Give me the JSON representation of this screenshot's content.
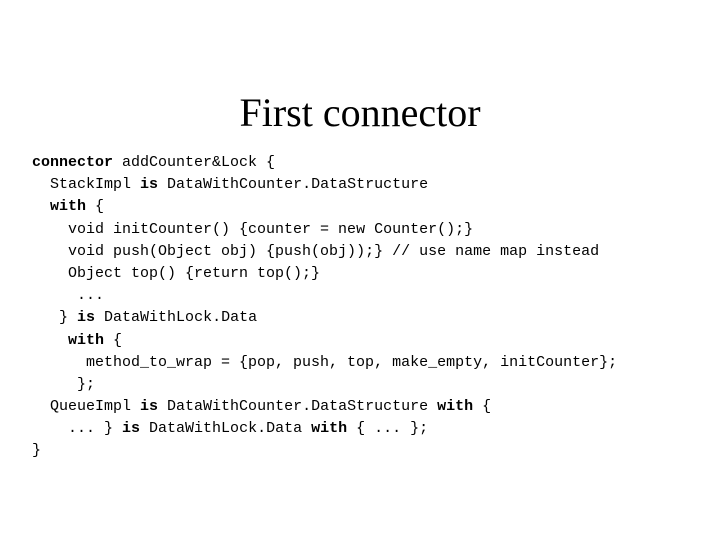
{
  "slide": {
    "title": "First connector",
    "background_color": "#ffffff",
    "text_color": "#000000"
  },
  "code": {
    "language": "connector-definition",
    "lines": [
      {
        "indent": 0,
        "segments": [
          {
            "text": "connector",
            "bold": true
          },
          {
            "text": " addCounter&Lock {",
            "bold": false
          }
        ]
      },
      {
        "indent": 2,
        "segments": [
          {
            "text": "StackImpl ",
            "bold": false
          },
          {
            "text": "is",
            "bold": true
          },
          {
            "text": " DataWithCounter.DataStructure",
            "bold": false
          }
        ]
      },
      {
        "indent": 2,
        "segments": [
          {
            "text": "with",
            "bold": true
          },
          {
            "text": " {",
            "bold": false
          }
        ]
      },
      {
        "indent": 4,
        "segments": [
          {
            "text": "void initCounter() {counter = new Counter();}",
            "bold": false
          }
        ]
      },
      {
        "indent": 4,
        "segments": [
          {
            "text": "void push(Object obj) {push(obj));} // use name map instead",
            "bold": false
          }
        ]
      },
      {
        "indent": 4,
        "segments": [
          {
            "text": "Object top() {return top();}",
            "bold": false
          }
        ]
      },
      {
        "indent": 5,
        "segments": [
          {
            "text": "...",
            "bold": false
          }
        ]
      },
      {
        "indent": 3,
        "segments": [
          {
            "text": "} ",
            "bold": false
          },
          {
            "text": "is",
            "bold": true
          },
          {
            "text": " DataWithLock.Data",
            "bold": false
          }
        ]
      },
      {
        "indent": 4,
        "segments": [
          {
            "text": "with",
            "bold": true
          },
          {
            "text": " {",
            "bold": false
          }
        ]
      },
      {
        "indent": 6,
        "segments": [
          {
            "text": "method_to_wrap = {pop, push, top, make_empty, initCounter};",
            "bold": false
          }
        ]
      },
      {
        "indent": 5,
        "segments": [
          {
            "text": "};",
            "bold": false
          }
        ]
      },
      {
        "indent": 2,
        "segments": [
          {
            "text": "QueueImpl ",
            "bold": false
          },
          {
            "text": "is",
            "bold": true
          },
          {
            "text": " DataWithCounter.DataStructure ",
            "bold": false
          },
          {
            "text": "with",
            "bold": true
          },
          {
            "text": " {",
            "bold": false
          }
        ]
      },
      {
        "indent": 4,
        "segments": [
          {
            "text": "... } ",
            "bold": false
          },
          {
            "text": "is",
            "bold": true
          },
          {
            "text": " DataWithLock.Data ",
            "bold": false
          },
          {
            "text": "with",
            "bold": true
          },
          {
            "text": " { ... };",
            "bold": false
          }
        ]
      },
      {
        "indent": 0,
        "segments": [
          {
            "text": "}",
            "bold": false
          }
        ]
      }
    ]
  }
}
